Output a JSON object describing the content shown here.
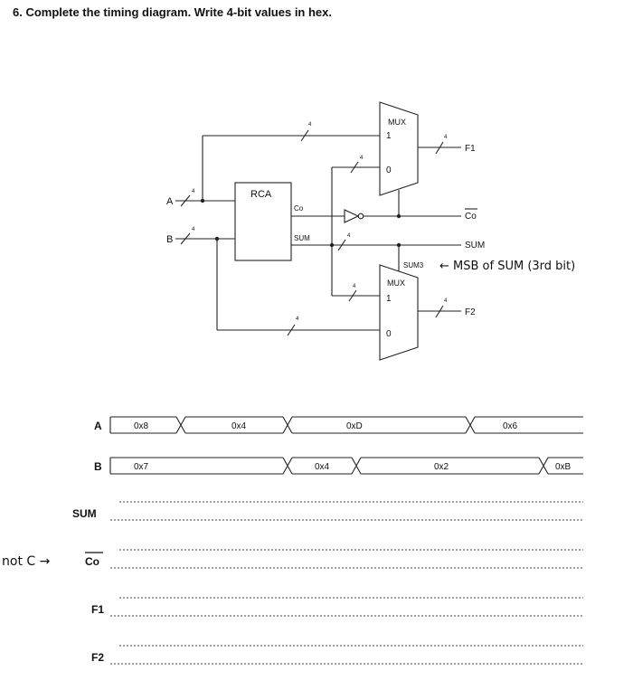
{
  "question": "6.   Complete the timing diagram. Write 4-bit values in hex.",
  "circuit": {
    "mux_top_label": "MUX",
    "mux_top_sel1": "1",
    "mux_top_sel0": "0",
    "mux_bottom_label": "MUX",
    "mux_bottom_sel1": "1",
    "mux_bottom_sel0": "0",
    "rca_label": "RCA",
    "rca_co_port": "Co",
    "rca_sum_port": "SUM",
    "input_a": "A",
    "input_b": "B",
    "bus_width": "4",
    "output_f1": "F1",
    "output_f2": "F2",
    "output_co_bar": "Co",
    "output_sum": "SUM",
    "select_label": "SUM3",
    "handwritten_note": "← MSB of SUM (3rd bit)"
  },
  "timing": {
    "signals": [
      {
        "name": "A",
        "overline": false,
        "values": [
          "0x8",
          "0x4",
          "0xD",
          "0x6"
        ]
      },
      {
        "name": "B",
        "overline": false,
        "values": [
          "0x7",
          "0x4",
          "0x2",
          "0xB"
        ]
      },
      {
        "name": "SUM",
        "overline": false,
        "values": []
      },
      {
        "name": "Co",
        "overline": true,
        "values": []
      },
      {
        "name": "F1",
        "overline": false,
        "values": []
      },
      {
        "name": "F2",
        "overline": false,
        "values": []
      }
    ],
    "handwritten_note": "not C →"
  }
}
